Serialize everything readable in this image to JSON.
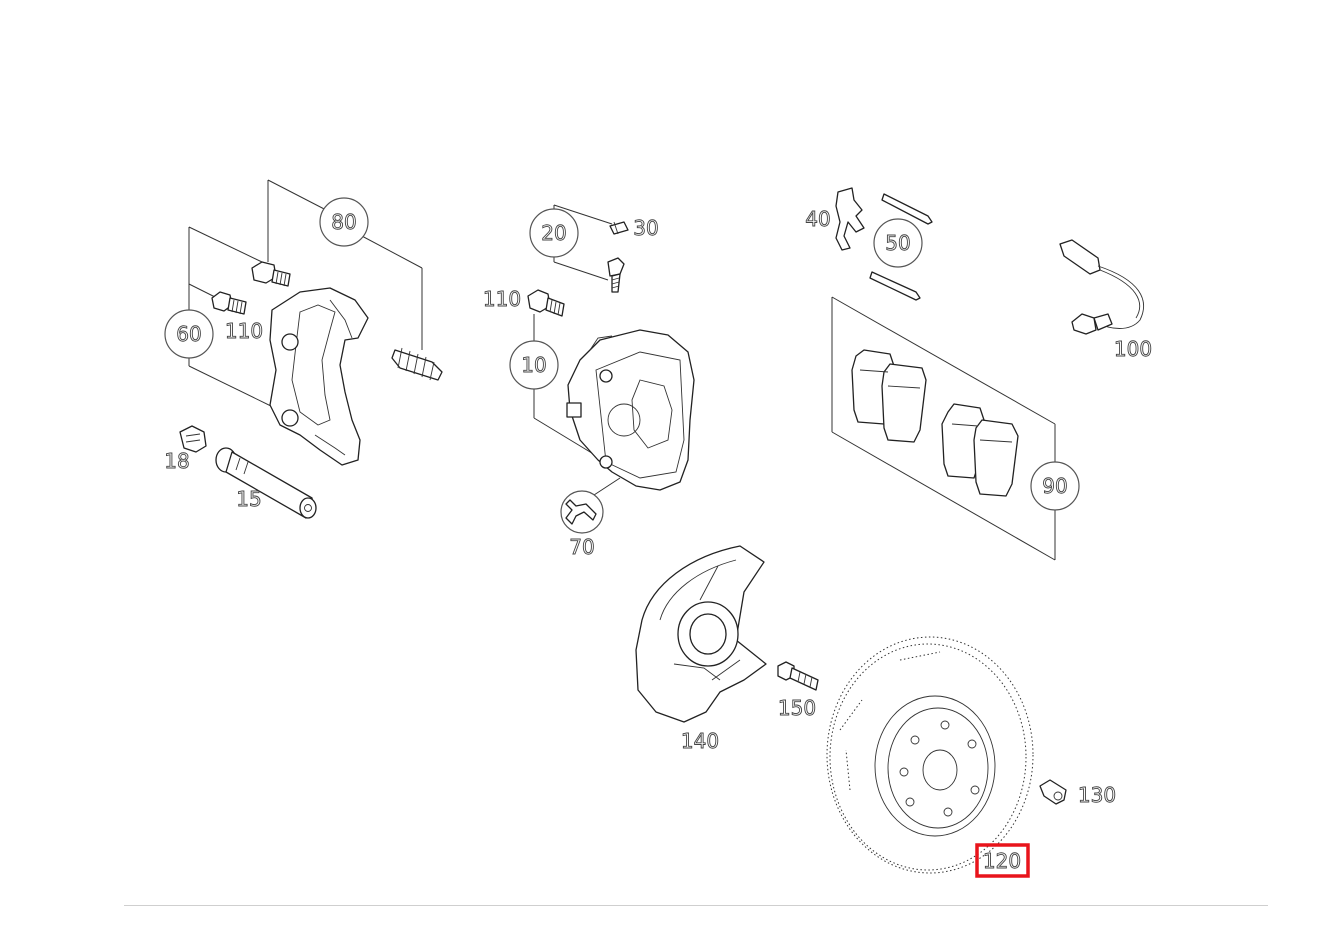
{
  "callouts": {
    "p80": "80",
    "p60": "60",
    "p110a": "110",
    "p18": "18",
    "p15": "15",
    "p20": "20",
    "p30": "30",
    "p110b": "110",
    "p10": "10",
    "p70": "70",
    "p40": "40",
    "p50": "50",
    "p100": "100",
    "p90": "90",
    "p140": "140",
    "p150": "150",
    "p130": "130",
    "p120": "120"
  },
  "highlight": {
    "part": "120",
    "color": "#e8141b"
  },
  "icons": {
    "tool": "wrench-icon"
  }
}
